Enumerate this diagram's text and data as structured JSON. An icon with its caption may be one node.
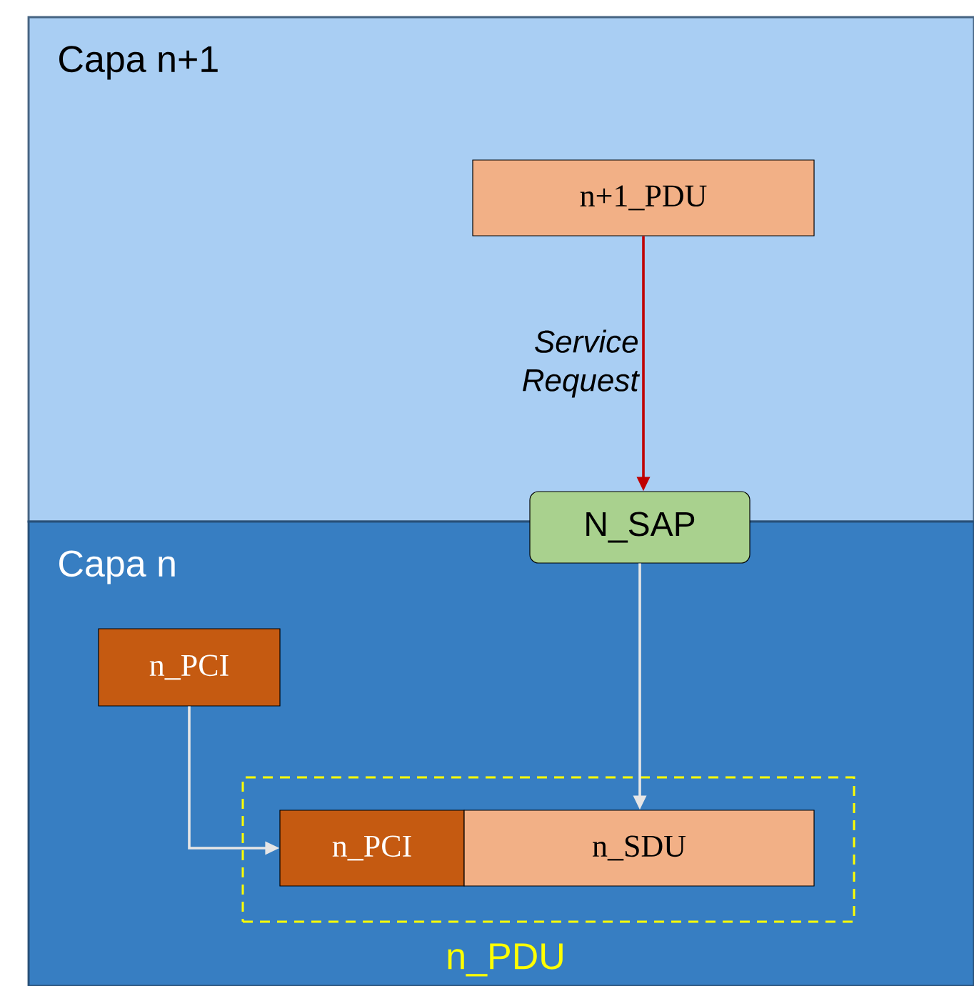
{
  "diagram": {
    "nodes": [
      {
        "text": [
          "Capa n+1"
        ]
      },
      {
        "text": [
          "n+1_PDU"
        ],
        "in": 0
      },
      {
        "text": [
          "Capa n"
        ]
      },
      {
        "text": [
          "N_SAP"
        ]
      },
      {
        "text": [
          "n_PCI"
        ],
        "in": 2
      },
      {
        "text": [
          "n_PDU"
        ],
        "in": 2
      },
      {
        "text": [
          "n_PCI"
        ],
        "in": 5
      },
      {
        "text": [
          "n_SDU"
        ],
        "in": 5
      }
    ],
    "edges": [
      {
        "from": 1,
        "to": 3,
        "arrow": "to",
        "label": "Service Request",
        "color": "#c00000"
      },
      {
        "from": 3,
        "to": 7,
        "arrow": "to"
      },
      {
        "from": 4,
        "to": 6,
        "arrow": "to"
      }
    ]
  }
}
